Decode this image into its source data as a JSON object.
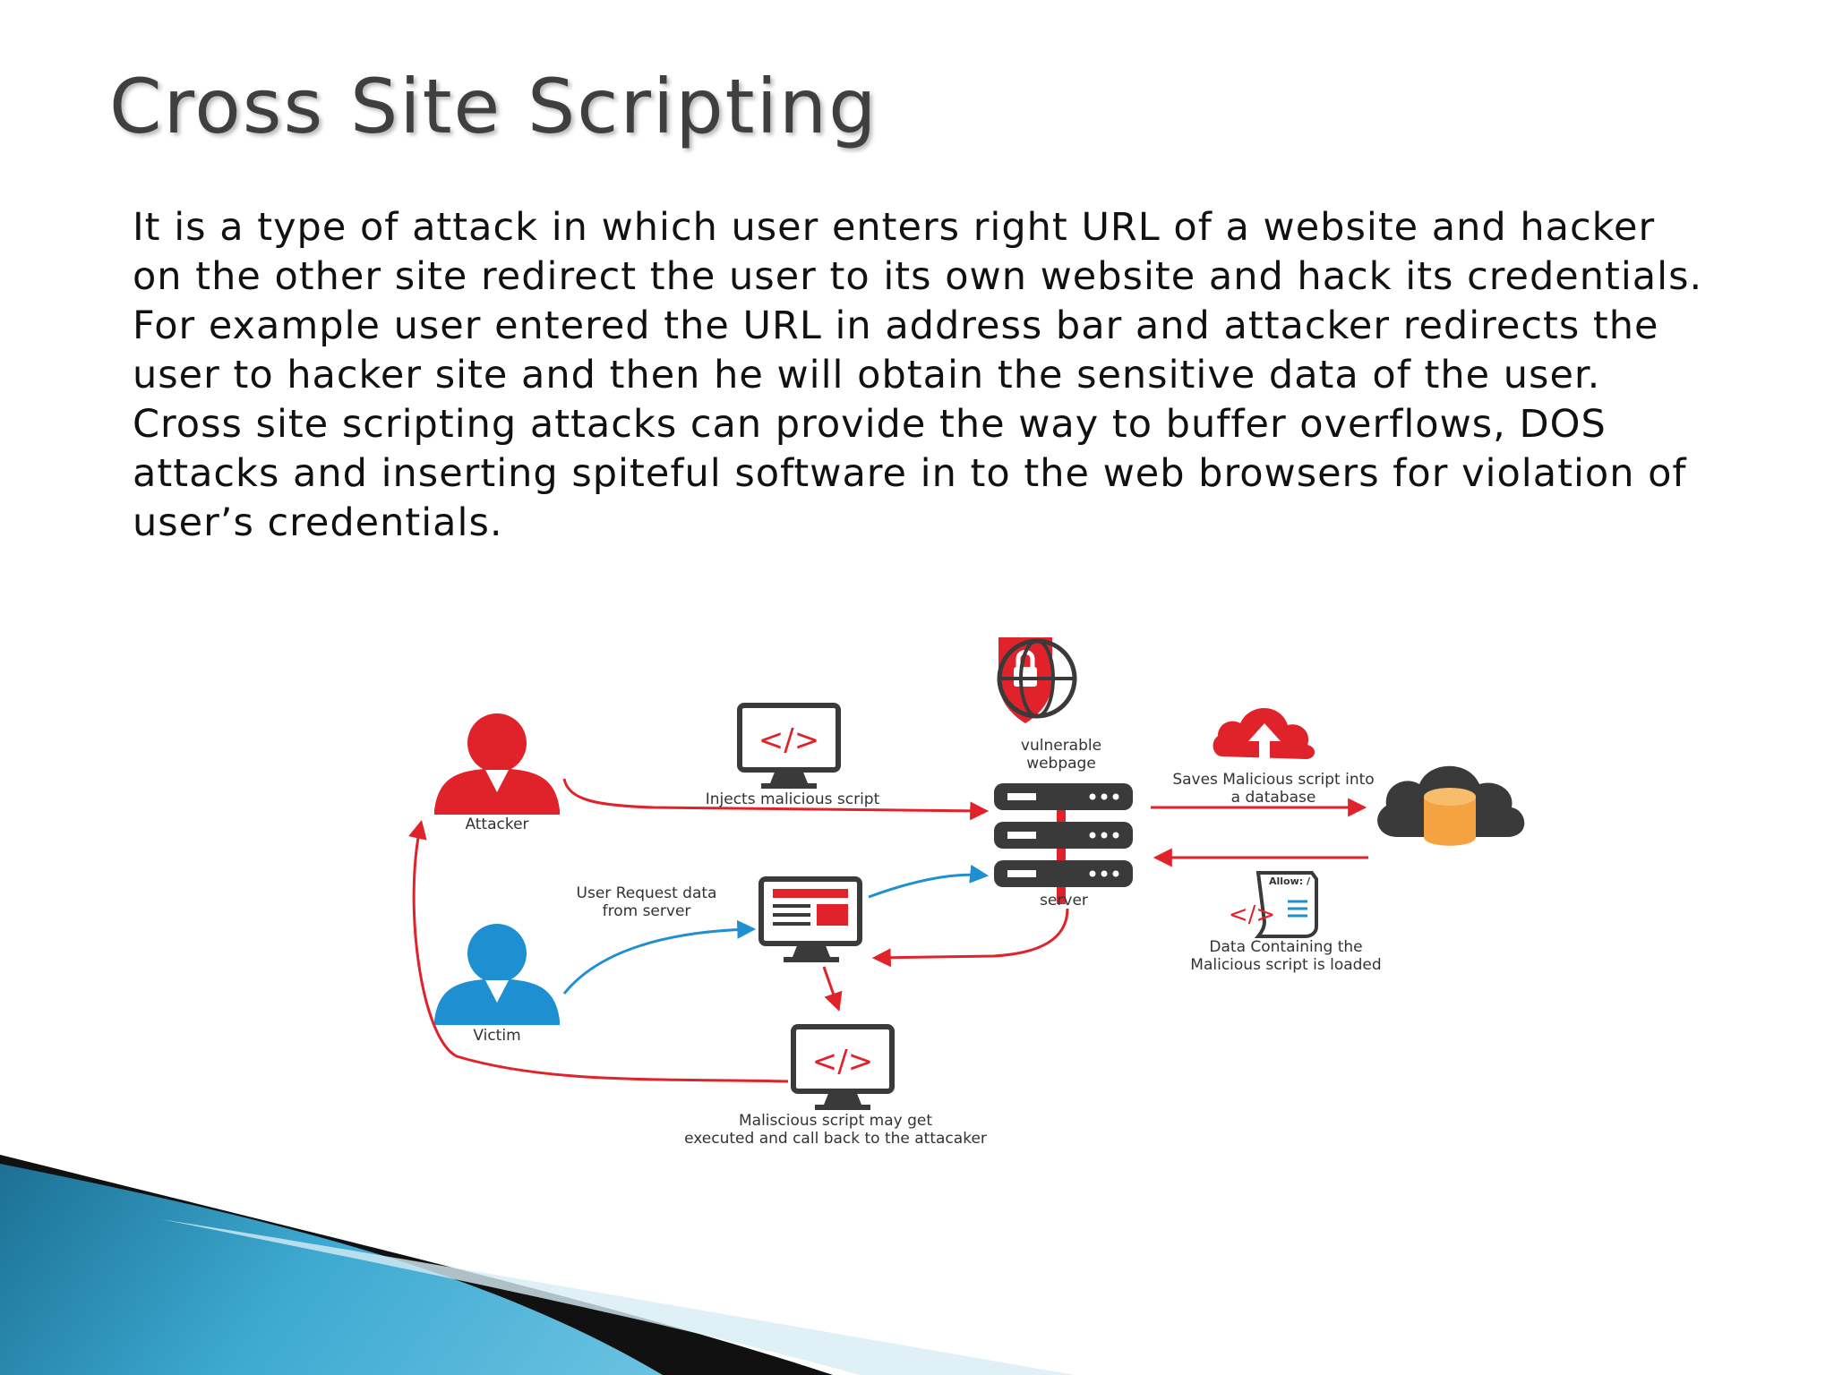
{
  "slide": {
    "title": "Cross Site Scripting",
    "paragraph": "It is a type of attack in which user enters right URL of a website and hacker on the other site redirect the user to its own website and hack its credentials. For example user entered the URL in address bar and attacker redirects the user to hacker site and then he will obtain the sensitive data of the user. Cross site scripting attacks can provide the way to buffer overflows, DOS attacks and inserting spiteful software in to the web browsers for violation of user’s credentials."
  },
  "diagram": {
    "attacker_label": "Attacker",
    "victim_label": "Victim",
    "inject_label": "Injects malicious script",
    "request_label_1": "User Request data",
    "request_label_2": "from server",
    "vulnerable_label_1": "vulnerable",
    "vulnerable_label_2": "webpage",
    "server_label": "server",
    "saves_label_1": "Saves Malicious script into",
    "saves_label_2": "a database",
    "allow_label": "Allow: /",
    "loaded_label_1": "Data Containing the",
    "loaded_label_2": "Malicious script is loaded",
    "executed_label_1": "Maliscious script may get",
    "executed_label_2": "executed and call back to the attacaker",
    "code_glyph": "</>"
  },
  "colors": {
    "accent_red": "#e0222b",
    "victim_blue": "#1e8fd0",
    "dark_gray": "#3a3a3a",
    "db_orange": "#f4a340",
    "deco_teal": "#2a94bd"
  }
}
